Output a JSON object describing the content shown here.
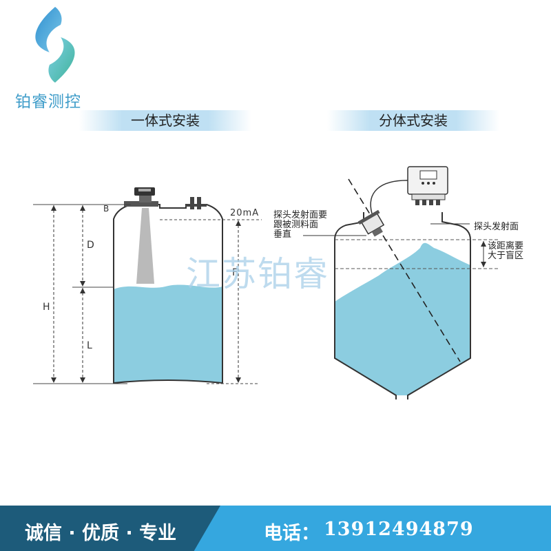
{
  "brand": {
    "name": "铂睿测控",
    "logo_colors": [
      "#2f8fd0",
      "#7cc8e8",
      "#55c0a8"
    ]
  },
  "sections": {
    "left_title": "一体式安装",
    "right_title": "分体式安装"
  },
  "left_diagram": {
    "labels": {
      "B": "B",
      "D": "D",
      "H": "H",
      "L": "L",
      "F": "F",
      "ma": "20mA"
    }
  },
  "right_diagram": {
    "annotation_probe": [
      "探头发射面要",
      "跟被测料面",
      "垂直"
    ],
    "annotation_face": "探头发射面",
    "annotation_distance": [
      "该距离要",
      "大于盲区"
    ]
  },
  "watermark": "江苏铂睿",
  "footer": {
    "slogan": "诚信 · 优质 · 专业",
    "phone_label": "电话：",
    "phone_number": "13912494879"
  },
  "colors": {
    "liquid": "#8ccde0",
    "title_band": "#bfe0f3",
    "footer_dark": "#1d5b7a",
    "footer_light": "#35a7df"
  }
}
